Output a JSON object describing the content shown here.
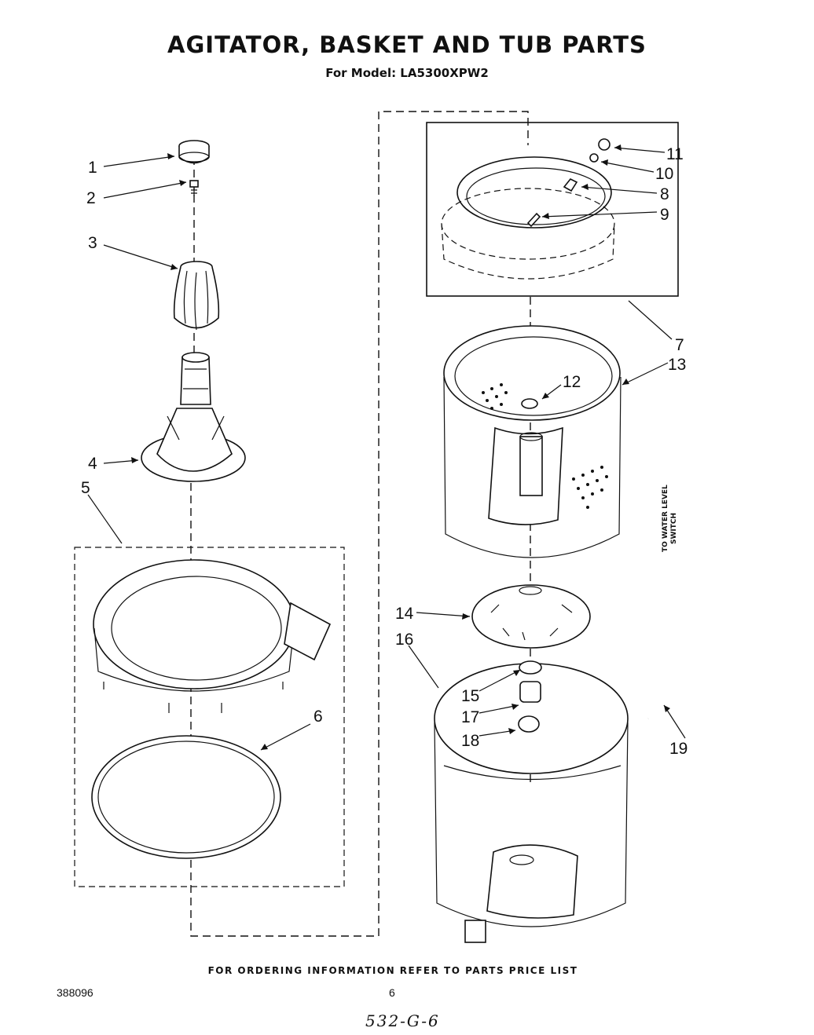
{
  "header": {
    "title": "AGITATOR, BASKET AND TUB PARTS",
    "subtitle": "For Model: LA5300XPW2"
  },
  "callouts": [
    "1",
    "2",
    "3",
    "4",
    "5",
    "6",
    "7",
    "8",
    "9",
    "10",
    "11",
    "12",
    "13",
    "14",
    "15",
    "16",
    "17",
    "18",
    "19"
  ],
  "side_label": {
    "line1": "TO WATER LEVEL",
    "line2": "SWITCH"
  },
  "footer": {
    "note": "FOR ORDERING INFORMATION REFER TO PARTS PRICE LIST",
    "doc_number": "388096",
    "page_number": "6",
    "handwritten": "532-G-6"
  }
}
